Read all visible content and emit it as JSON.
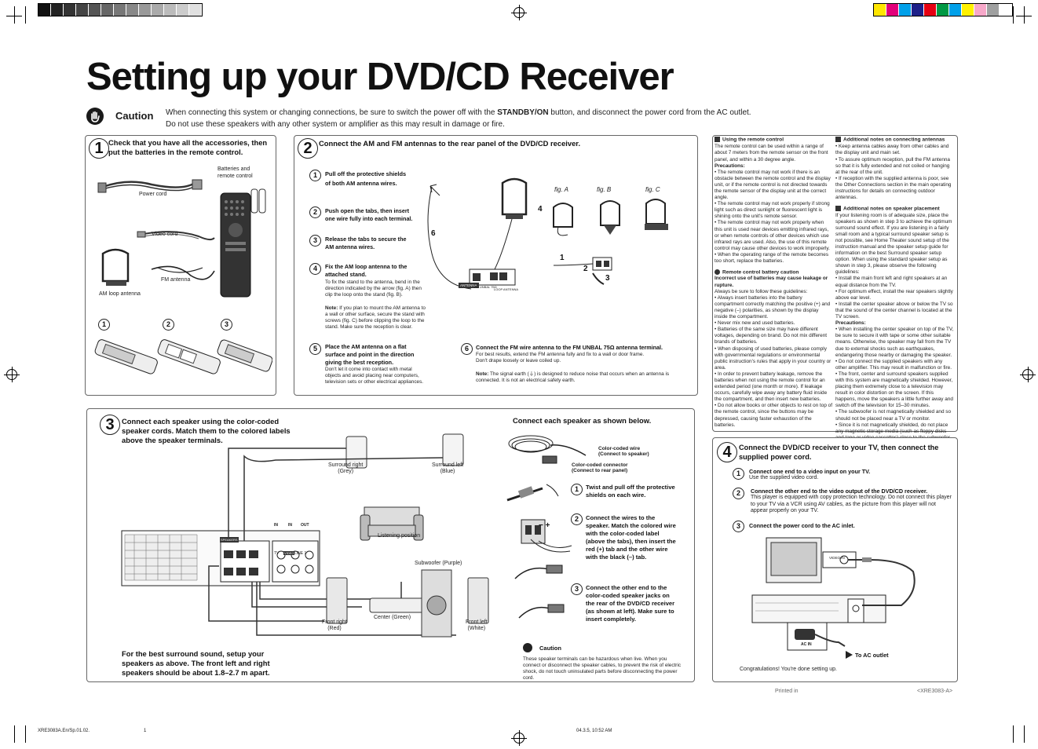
{
  "title": "Setting up your DVD/CD Receiver",
  "caution": {
    "label": "Caution",
    "line1_pre": "When connecting this system or changing connections, be sure to switch the power off with the ",
    "line1_bold": "STANDBY/ON",
    "line1_post": " button, and disconnect the power cord from the AC outlet.",
    "line2": "Do not use these speakers with any other system or amplifier as this may result in damage or fire."
  },
  "step1": {
    "num": "1",
    "heading": "Check that you have all the accessories, then put the batteries in the remote control.",
    "labels": {
      "power_cord": "Power cord",
      "batteries": "Batteries and remote control",
      "video_cord": "Video cord",
      "fm_antenna": "FM antenna",
      "am_loop": "AM loop antenna"
    },
    "subs": [
      "1",
      "2",
      "3"
    ]
  },
  "step2": {
    "num": "2",
    "heading": "Connect the AM and FM antennas to the rear panel of the DVD/CD receiver.",
    "items": [
      {
        "n": "1",
        "title": "Pull off the protective shields of both AM antenna wires."
      },
      {
        "n": "2",
        "title": "Push open the tabs, then insert one wire fully into each terminal."
      },
      {
        "n": "3",
        "title": "Release the tabs to secure the AM antenna wires."
      },
      {
        "n": "4",
        "title": "Fix the AM loop antenna to the attached stand.",
        "body": "To fix the stand to the antenna, bend in the direction indicated by the arrow (fig. A) then clip the loop onto the stand (fig. B).",
        "note_label": "Note:",
        "note": " If you plan to mount the AM antenna to a wall or other surface, secure the stand with screws (fig. C) before clipping the loop to the stand. Make sure the reception is clear."
      },
      {
        "n": "5",
        "title": "Place the AM antenna on a flat surface and point in the direction giving the best reception.",
        "body": "Don't let it come into contact with metal objects and avoid placing near computers, television sets or other electrical appliances."
      },
      {
        "n": "6",
        "title": "Connect the FM wire antenna to the FM UNBAL 75Ω antenna terminal.",
        "body": "For best results, extend the FM antenna fully and fix to a wall or door frame. Don't drape loosely or leave coiled up.",
        "note_label": "Note:",
        "note": " The signal earth (⏚) is designed to reduce noise that occurs when an antenna is connected. It is not an electrical safety earth."
      }
    ],
    "figs": [
      "fig. A",
      "fig. B",
      "fig. C"
    ],
    "callouts": [
      "4",
      "6",
      "1",
      "2",
      "3"
    ],
    "antenna_label": "ANTENNA",
    "term1": "FM UNBAL 75Ω",
    "term2": "LOOP ANTENNA"
  },
  "notes": {
    "remote": {
      "title": "Using the remote control",
      "body": "The remote control can be used within a range of about 7 meters from the remote sensor on the front panel, and within a 30 degree angle.",
      "prec_label": "Precautions:",
      "bullets": [
        "The remote control may not work if there is an obstacle between the remote control and the display unit, or if the remote control is not directed towards the remote sensor of the display unit at the correct angle.",
        "The remote control may not work properly if strong light such as direct sunlight or fluorescent light is shining onto the unit's remote sensor.",
        "The remote control may not work properly when this unit is used near devices emitting infrared rays, or when remote controls of other devices which use infrared rays are used. Also, the use of this remote control may cause other devices to work improperly.",
        "When the operating range of the remote becomes too short, replace the batteries."
      ]
    },
    "battery": {
      "title": "Remote control battery caution",
      "lead": "Incorrect use of batteries may cause leakage or rupture.",
      "body": "Always be sure to follow these guidelines:",
      "bullets": [
        "Always insert batteries into the battery compartment correctly matching the positive (+) and negative (–) polarities, as shown by the display inside the compartment.",
        "Never mix new and used batteries.",
        "Batteries of the same size may have different voltages, depending on brand. Do not mix different brands of batteries.",
        "When disposing of used batteries, please comply with governmental regulations or environmental public instruction's rules that apply in your country or area.",
        "In order to prevent battery leakage, remove the batteries when not using the remote control for an extended period (one month or more). If leakage occurs, carefully wipe away any battery fluid inside the compartment, and then insert new batteries.",
        "Do not allow books or other objects to rest on top of the remote control, since the buttons may be depressed, causing faster exhaustion of the batteries."
      ]
    },
    "antennas": {
      "title": "Additional notes on connecting antennas",
      "bullets": [
        "Keep antenna cables away from other cables and the display unit and main set.",
        "To assure optimum reception, pull the FM antenna so that it is fully extended and not coiled or hanging at the rear of the unit.",
        "If reception with the supplied antenna is poor, see the Other Connections section in the main operating instructions for details on connecting outdoor antennas."
      ]
    },
    "speakers": {
      "title": "Additional notes on speaker placement",
      "body": "If your listening room is of adequate size, place the speakers as shown in step 3 to achieve the optimum surround sound effect. If you are listening in a fairly small room and a typical surround speaker setup is not possible, see Home Theater sound setup of the instruction manual and the speaker setup guide for information on the best Surround speaker setup option. When using the standard speaker setup as shown in step 3, please observe the following guidelines:",
      "bullets": [
        "Install the main front left and right speakers at an equal distance from the TV.",
        "For optimum effect, install the rear speakers slightly above ear level.",
        "Install the center speaker above or below the TV so that the sound of the center channel is located at the TV screen."
      ],
      "prec_label": "Precautions:",
      "bullets2": [
        "When installing the center speaker on top of the TV, be sure to secure it with tape or some other suitable means. Otherwise, the speaker may fall from the TV due to external shocks such as earthquakes, endangering those nearby or damaging the speaker.",
        "Do not connect the supplied speakers with any other amplifier. This may result in malfunction or fire.",
        "The front, center and surround speakers supplied with this system are magnetically shielded. However, placing them extremely close to a television may result in color distortion on the screen. If this happens, move the speakers a little further away and switch off the television for 15–30 minutes.",
        "The subwoofer is not magnetically shielded and so should not be placed near a TV or monitor.",
        "Since it is not magnetically shielded, do not place any magnetic storage media (such as floppy disks and tape or video cassettes) close to the subwoofer."
      ]
    }
  },
  "step3": {
    "num": "3",
    "heading": "Connect each speaker using the color-coded speaker cords. Match them to the colored labels above the speaker terminals.",
    "footer": "For the best surround sound, setup your speakers as above. The front left and right speakers should be about 1.8–2.7 m apart.",
    "labels": {
      "surround_right": "Surround right",
      "surround_right_c": "(Grey)",
      "surround_left": "Surround left",
      "surround_left_c": "(Blue)",
      "listening": "Listening position",
      "subwoofer": "Subwoofer (Purple)",
      "front_right": "Front right",
      "front_right_c": "(Red)",
      "center": "Center (Green)",
      "front_left": "Front left",
      "front_left_c": "(White)",
      "speakers_tag": "SPEAKERS",
      "tv": "TV",
      "video": "VIDEO",
      "line1": "LINE 1",
      "in1": "IN",
      "in2": "IN",
      "out": "OUT"
    },
    "right_heading": "Connect each speaker as shown below.",
    "wire_label1": "Color-coded wire",
    "wire_label1b": "(Connect to speaker)",
    "wire_label2": "Color-coded connector",
    "wire_label2b": "(Connect to rear panel)",
    "items": [
      {
        "n": "1",
        "text": "Twist and pull off the protective shields on each wire."
      },
      {
        "n": "2",
        "text": "Connect the wires to the speaker. Match the colored wire with the color-coded label (above the tabs), then insert the red (+) tab and the other wire with the black (–) tab."
      },
      {
        "n": "3",
        "text": "Connect the other end to the color-coded speaker jacks on the rear of the DVD/CD receiver (as shown at left). Make sure to insert completely."
      }
    ],
    "caution_label": "Caution",
    "caution_text": "These speaker terminals can be hazardous when live. When you connect or disconnect the speaker cables, to prevent the risk of electric shock, do not touch uninsulated parts before disconnecting the power cord."
  },
  "step4": {
    "num": "4",
    "heading": "Connect the DVD/CD receiver to your TV, then connect the supplied power cord.",
    "items": [
      {
        "n": "1",
        "title": "Connect one end to a video input on your TV.",
        "body": "Use the supplied video cord."
      },
      {
        "n": "2",
        "title": "Connect the other end to the video output of the DVD/CD receiver.",
        "body": "This player is equipped with copy protection technology. Do not connect this player to your TV via a VCR using AV cables, as the picture from this player will not appear properly on your TV."
      },
      {
        "n": "3",
        "title": "Connect the power cord to the AC inlet.",
        "body": ""
      }
    ],
    "ac_outlet": "To AC outlet",
    "ac_in": "AC IN",
    "video_in": "VIDEO IN",
    "congrats": "Congratulations! You're done setting up."
  },
  "footer": {
    "printed": "Printed in",
    "code": "<XRE3083-A>",
    "file": "XRE3083A.En/Sp.01.02.",
    "page": "1",
    "date": "04.3.5, 10:52 AM"
  },
  "colors": {
    "gray_bar": [
      "#111111",
      "#222222",
      "#333333",
      "#444444",
      "#555555",
      "#666666",
      "#777777",
      "#888888",
      "#999999",
      "#aaaaaa",
      "#bbbbbb",
      "#cccccc",
      "#e0e0e0"
    ],
    "color_bar": [
      "#ffe600",
      "#e2007a",
      "#00a0e9",
      "#1d2088",
      "#e60012",
      "#009944",
      "#00a0e9",
      "#fff100",
      "#f7a8c9",
      "#9fa0a0",
      "#ffffff"
    ]
  }
}
